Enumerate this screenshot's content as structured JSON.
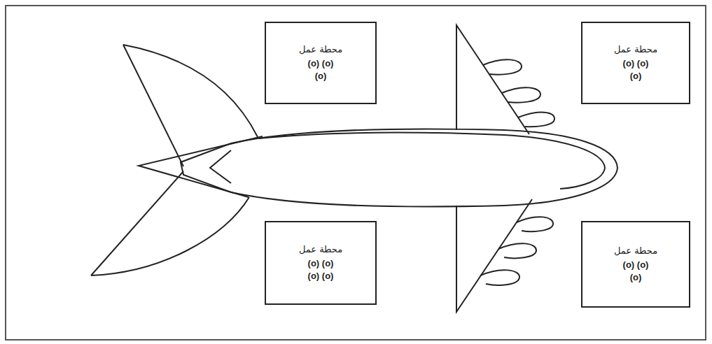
{
  "diagram": {
    "nodes": [
      {
        "text": [
          "محطة عمل",
          "(o) (o) (o)"
        ]
      },
      {
        "text": [
          "محطة عمل",
          "(o) (o) (o)"
        ]
      },
      {
        "text": [
          "محطة عمل",
          "(o) (o) (o) (o)"
        ]
      },
      {
        "text": [
          "محطة عمل",
          "(o) (o) (o)"
        ]
      }
    ]
  }
}
